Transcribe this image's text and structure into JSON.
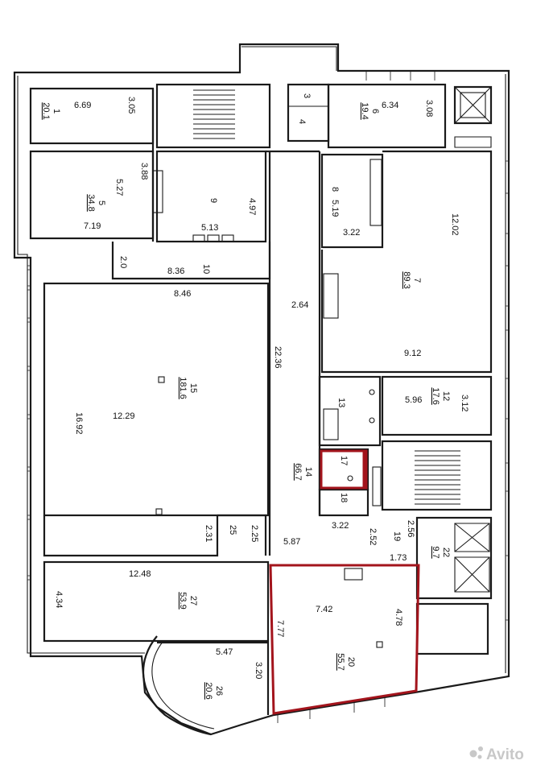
{
  "rooms": [
    {
      "id": "r1",
      "number": "1",
      "area": "20.1",
      "dims": [
        "6.69",
        "3.05"
      ]
    },
    {
      "id": "r3",
      "number": "3",
      "area": "",
      "dims": []
    },
    {
      "id": "r4",
      "number": "4",
      "area": "",
      "dims": []
    },
    {
      "id": "r5",
      "number": "5",
      "area": "34.8",
      "dims": [
        "5.27",
        "7.19",
        "3.88"
      ]
    },
    {
      "id": "r6",
      "number": "6",
      "area": "19.4",
      "dims": [
        "6.34",
        "3.08"
      ]
    },
    {
      "id": "r7",
      "number": "7",
      "area": "89.3",
      "dims": [
        "12.02",
        "9.12"
      ]
    },
    {
      "id": "r8",
      "number": "8",
      "area": "",
      "dims": [
        "5.19",
        "3.22"
      ]
    },
    {
      "id": "r9",
      "number": "9",
      "area": "",
      "dims": [
        "4.97",
        "5.13"
      ]
    },
    {
      "id": "r10",
      "number": "10",
      "area": "",
      "dims": [
        "8.36",
        "2.0",
        "8.46"
      ]
    },
    {
      "id": "r12",
      "number": "12",
      "area": "17.6",
      "dims": [
        "5.96",
        "3.12"
      ]
    },
    {
      "id": "r13",
      "number": "13",
      "area": "",
      "dims": []
    },
    {
      "id": "r14",
      "number": "14",
      "area": "66.7",
      "dims": [
        "22.36",
        "2.64",
        "5.87"
      ]
    },
    {
      "id": "r15",
      "number": "15",
      "area": "181.6",
      "dims": [
        "16.92",
        "12.29"
      ]
    },
    {
      "id": "r17",
      "number": "17",
      "area": "",
      "dims": []
    },
    {
      "id": "r18",
      "number": "18",
      "area": "",
      "dims": [
        "3.22"
      ]
    },
    {
      "id": "r19",
      "number": "19",
      "area": "",
      "dims": [
        "2.52",
        "2.56",
        "1.73"
      ]
    },
    {
      "id": "r20",
      "number": "20",
      "area": "55.7",
      "dims": [
        "7.42",
        "7.77",
        "4.78"
      ]
    },
    {
      "id": "r22",
      "number": "22",
      "area": "9.7",
      "dims": []
    },
    {
      "id": "r25",
      "number": "25",
      "area": "",
      "dims": [
        "2.31",
        "2.25"
      ]
    },
    {
      "id": "r26",
      "number": "26",
      "area": "20.6",
      "dims": [
        "5.47",
        "3.20"
      ]
    },
    {
      "id": "r27",
      "number": "27",
      "area": "53.9",
      "dims": [
        "12.48",
        "4.34"
      ]
    }
  ],
  "watermark": "Avito",
  "colors": {
    "wall": "#1a1a1a",
    "highlight": "#a3141c",
    "background": "#ffffff",
    "watermark": "#c8c8c8"
  }
}
